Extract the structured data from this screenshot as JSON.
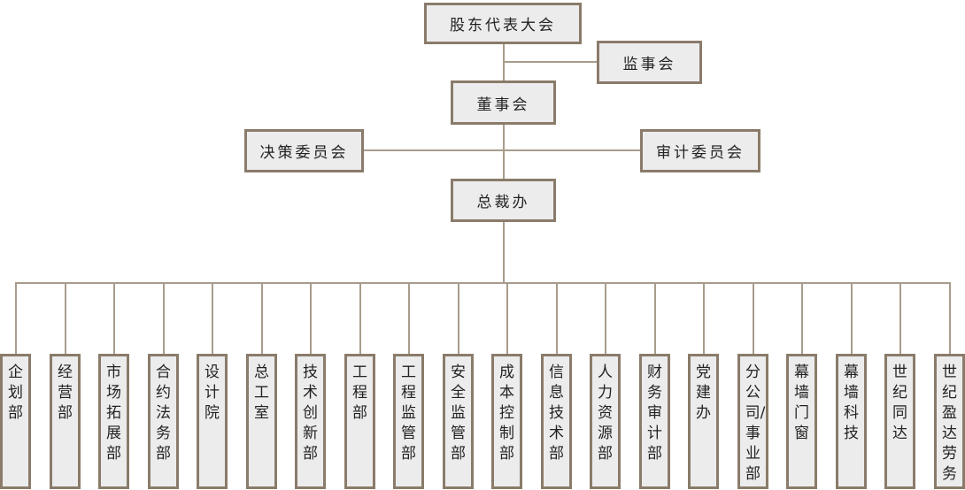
{
  "nodes": {
    "shareholders": "股东代表大会",
    "supervisory_board": "监事会",
    "board_of_directors": "董事会",
    "decision_committee": "决策委员会",
    "audit_committee": "审计委员会",
    "president_office": "总裁办"
  },
  "departments": [
    "企划部",
    "经营部",
    "市场拓展部",
    "合约法务部",
    "设计院",
    "总工室",
    "技术创新部",
    "工程部",
    "工程监管部",
    "安全监管部",
    "成本控制部",
    "信息技术部",
    "人力资源部",
    "财务审计部",
    "党建办",
    "分公司/事业部",
    "幕墙门窗",
    "幕墙科技",
    "世纪同达",
    "世纪盈达劳务"
  ],
  "colors": {
    "box_border": "#8a7b6a",
    "box_fill": "#ececec",
    "connector": "#a89c8c"
  }
}
